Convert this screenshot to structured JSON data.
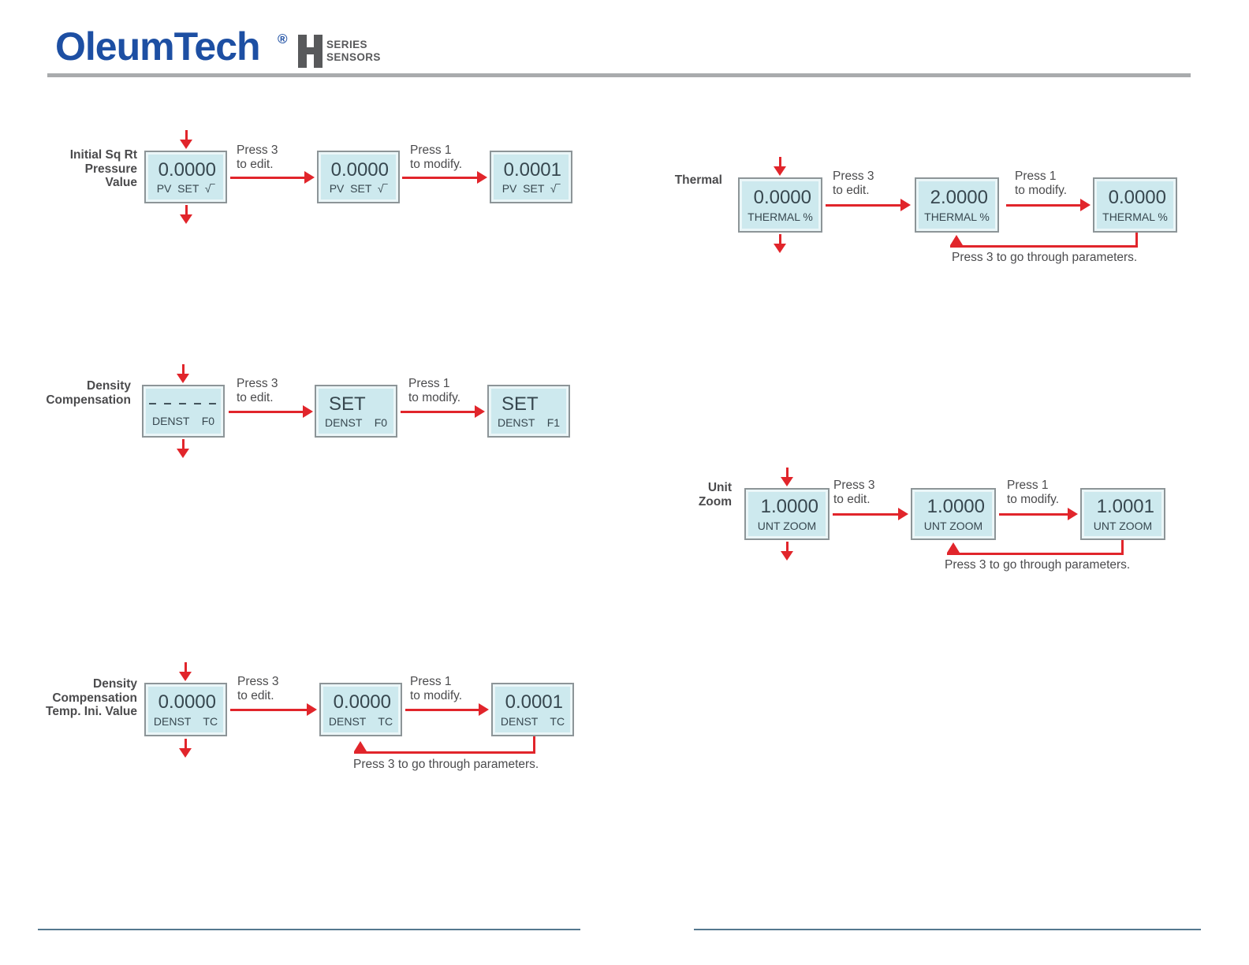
{
  "header": {
    "brand": "OleumTech",
    "registered": "®",
    "series_word1": "SERIES",
    "series_word2": "SENSORS"
  },
  "colors": {
    "brand_blue": "#1d4fa3",
    "accent_red": "#e1252b",
    "lcd_background": "#cde9ee",
    "lcd_border": "#8d9598",
    "lcd_text": "#37474f",
    "body_text": "#4b4b4d",
    "footer_rule": "#54788f",
    "header_rule": "#a9abad"
  },
  "shared": {
    "press3_line1": "Press 3",
    "press3_line2": "to edit.",
    "press1_line1": "Press 1",
    "press1_line2": "to modify.",
    "loop_text": "Press 3 to go through parameters."
  },
  "diagrams": [
    {
      "id": "initial-sq-rt-pressure-value",
      "label": [
        "Initial Sq Rt",
        "Pressure",
        "Value"
      ],
      "boxes": [
        {
          "value": "0.0000",
          "sub": "PV  SET  √‾"
        },
        {
          "value": "0.0000",
          "sub": "PV  SET  √‾"
        },
        {
          "value": "0.0001",
          "sub": "PV  SET  √‾"
        }
      ]
    },
    {
      "id": "thermal",
      "label": [
        "Thermal"
      ],
      "boxes": [
        {
          "value": "0.0000",
          "sub": "THERMAL %"
        },
        {
          "value": "2.0000",
          "sub": "THERMAL %"
        },
        {
          "value": "0.0000",
          "sub": "THERMAL %"
        }
      ]
    },
    {
      "id": "density-compensation",
      "label": [
        "Density",
        "Compensation"
      ],
      "boxes": [
        {
          "value": "– – – – –",
          "sub": "DENST    F0"
        },
        {
          "value": "SET",
          "sub": "DENST    F0"
        },
        {
          "value": "SET",
          "sub": "DENST    F1"
        }
      ]
    },
    {
      "id": "unit-zoom",
      "label": [
        "Unit",
        "Zoom"
      ],
      "boxes": [
        {
          "value": "1.0000",
          "sub": "UNT ZOOM"
        },
        {
          "value": "1.0000",
          "sub": "UNT ZOOM"
        },
        {
          "value": "1.0001",
          "sub": "UNT ZOOM"
        }
      ]
    },
    {
      "id": "density-compensation-temp-ini-value",
      "label": [
        "Density",
        "Compensation",
        "Temp. Ini. Value"
      ],
      "boxes": [
        {
          "value": "0.0000",
          "sub": "DENST    TC"
        },
        {
          "value": "0.0000",
          "sub": "DENST    TC"
        },
        {
          "value": "0.0001",
          "sub": "DENST    TC"
        }
      ]
    }
  ]
}
